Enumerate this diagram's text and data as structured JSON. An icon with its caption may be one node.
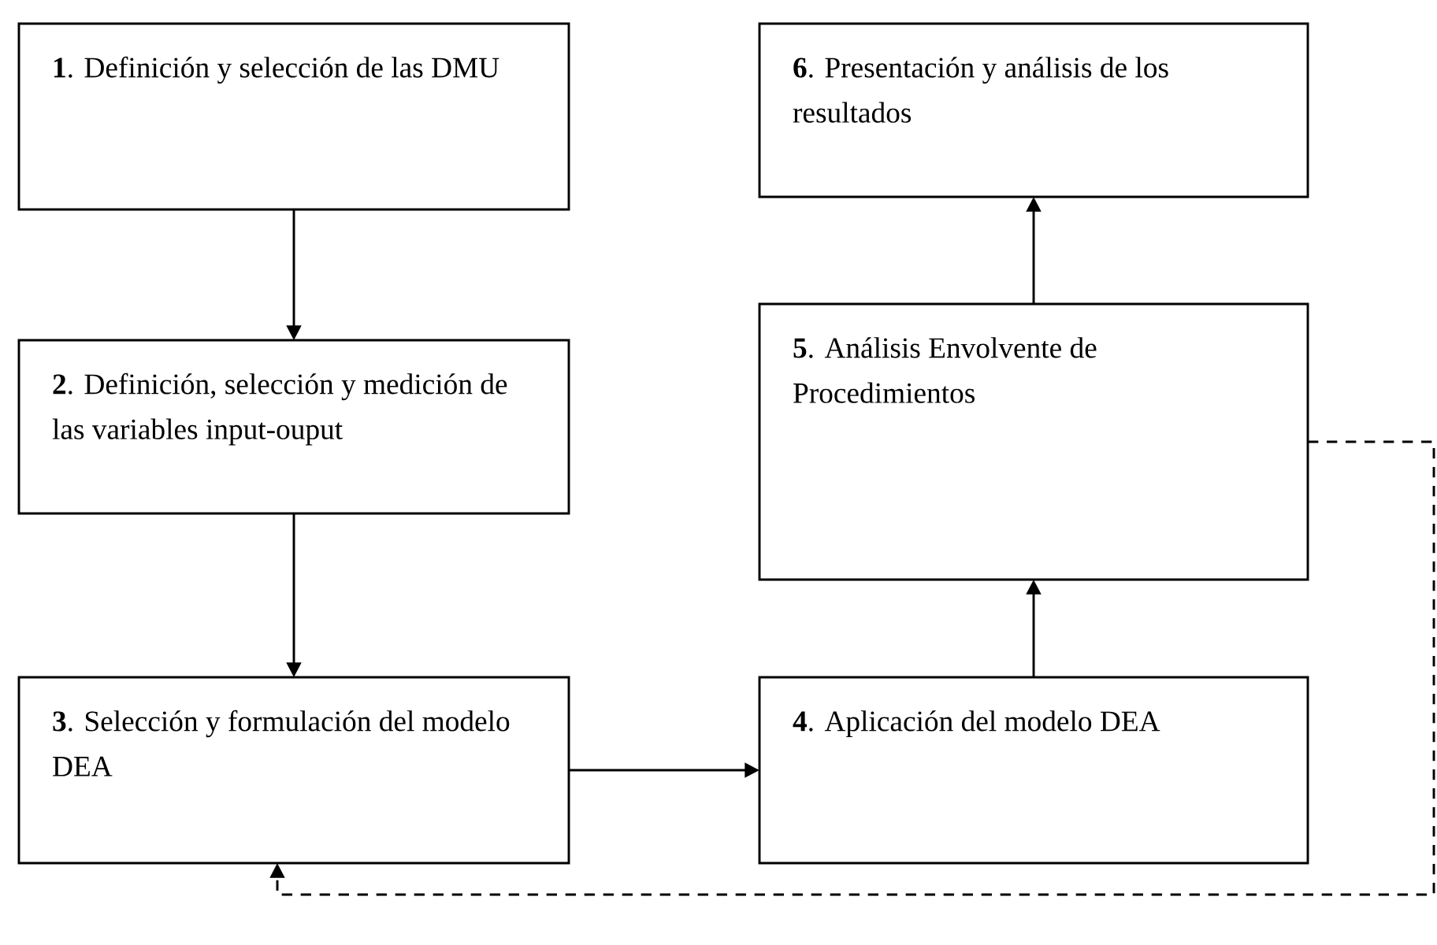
{
  "diagram": {
    "nodes": [
      {
        "text": [
          "**1**. Definición y selección de las DMU"
        ]
      },
      {
        "text": [
          "**2**. Definición, selección y medición de las variables input-ouput"
        ]
      },
      {
        "text": [
          "**3**. Selección y formulación del modelo DEA"
        ]
      },
      {
        "text": [
          "**4**. Aplicación del modelo DEA"
        ]
      },
      {
        "text": [
          "**5**. Análisis Envolvente de Procedimientos"
        ]
      },
      {
        "text": [
          "**6**. Presentación y análisis de los resultados"
        ]
      }
    ],
    "edges": [
      {
        "from": 0,
        "to": 1,
        "arrow": "to"
      },
      {
        "from": 1,
        "to": 2,
        "arrow": "to"
      },
      {
        "from": 2,
        "to": 3,
        "arrow": "to"
      },
      {
        "from": 3,
        "to": 4,
        "arrow": "to"
      },
      {
        "from": 4,
        "to": 5,
        "arrow": "to"
      },
      {
        "from": 4,
        "to": 2,
        "arrow": "to",
        "style": "dashed"
      }
    ]
  }
}
